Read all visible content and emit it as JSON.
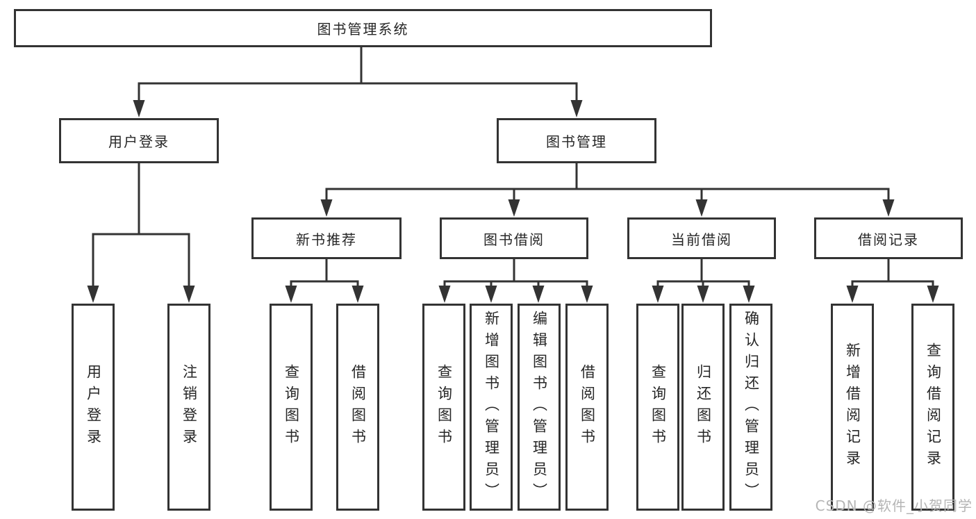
{
  "diagram": {
    "root": {
      "label": "图书管理系统"
    },
    "level2": [
      {
        "label": "用户登录"
      },
      {
        "label": "图书管理"
      }
    ],
    "level3": [
      {
        "label": "新书推荐",
        "parent": "图书管理"
      },
      {
        "label": "图书借阅",
        "parent": "图书管理"
      },
      {
        "label": "当前借阅",
        "parent": "图书管理"
      },
      {
        "label": "借阅记录",
        "parent": "图书管理"
      }
    ],
    "leaves": [
      {
        "label": "用户登录",
        "parent": "用户登录"
      },
      {
        "label": "注销登录",
        "parent": "用户登录"
      },
      {
        "label": "查询图书",
        "parent": "新书推荐"
      },
      {
        "label": "借阅图书",
        "parent": "新书推荐"
      },
      {
        "label": "查询图书",
        "parent": "图书借阅"
      },
      {
        "label": "新增图书（管理员）",
        "parent": "图书借阅"
      },
      {
        "label": "编辑图书（管理员）",
        "parent": "图书借阅"
      },
      {
        "label": "借阅图书",
        "parent": "图书借阅"
      },
      {
        "label": "查询图书",
        "parent": "当前借阅"
      },
      {
        "label": "归还图书",
        "parent": "当前借阅"
      },
      {
        "label": "确认归还（管理员）",
        "parent": "当前借阅"
      },
      {
        "label": "新增借阅记录",
        "parent": "借阅记录"
      },
      {
        "label": "查询借阅记录",
        "parent": "借阅记录"
      }
    ]
  },
  "watermark": {
    "text": "CSDN @软件_小贺同学"
  },
  "colors": {
    "line": "#333333",
    "box_border": "#333333",
    "box_fill": "#ffffff",
    "text": "#262626",
    "watermark": "#b5b5b5",
    "background": "#ffffff"
  }
}
